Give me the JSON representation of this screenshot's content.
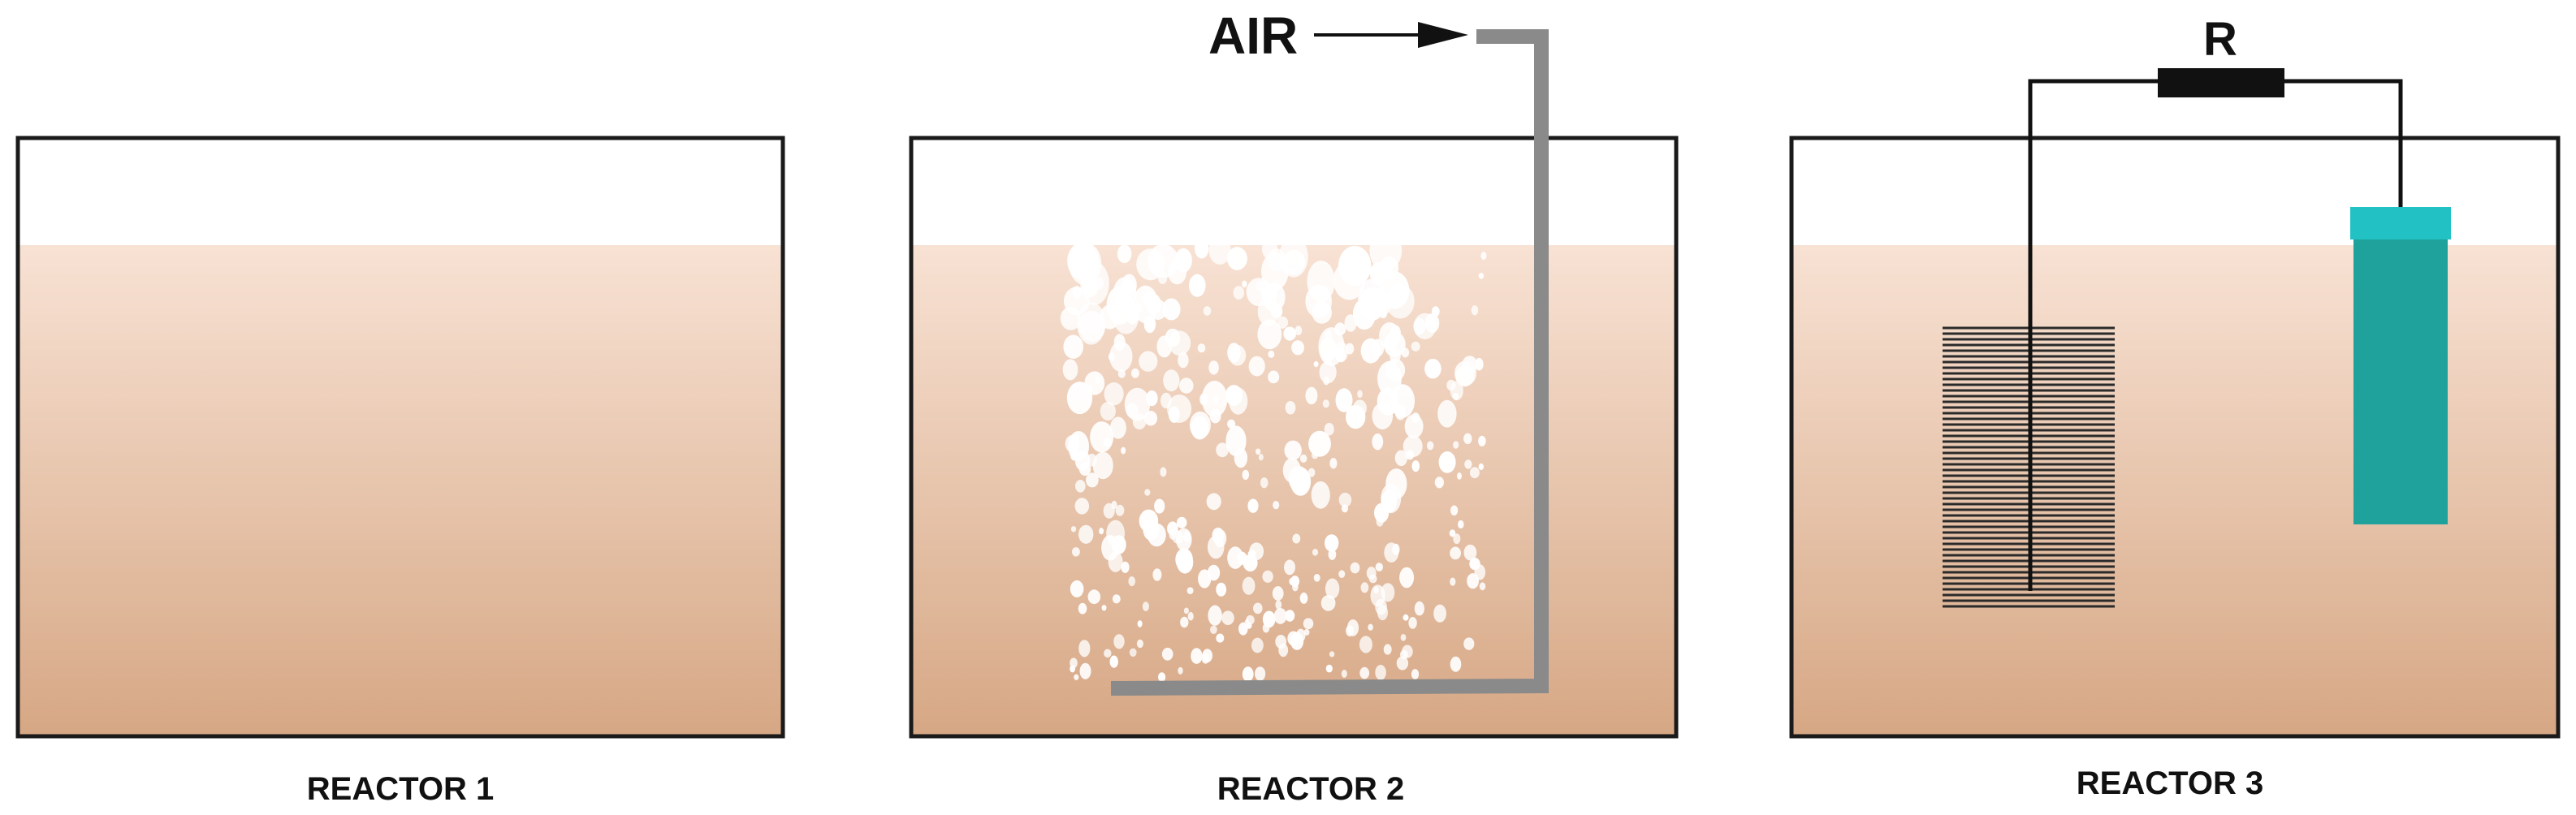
{
  "colors": {
    "liquid_top": "#f8e2d4",
    "liquid_bottom": "#d6a784",
    "tank_outline": "#1a1a1a",
    "pipe": "#8a8a8a",
    "electrode_cathode": "#1fa29c",
    "electrode_cathode_cap": "#22c2c4",
    "anode_lines": "#2a2a2a",
    "bubble": "#ffffff"
  },
  "reactors": [
    {
      "label": "REACTOR 1"
    },
    {
      "label": "REACTOR 2"
    },
    {
      "label": "REACTOR 3"
    }
  ],
  "air_label": "AIR",
  "resistor_label": "R"
}
